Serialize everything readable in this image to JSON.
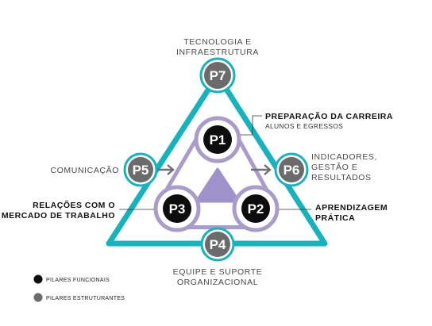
{
  "colors": {
    "outer_triangle": "#17b3bd",
    "inner_ring": "#a99ccb",
    "inner_triangle": "#9f92cb",
    "functional": "#0d0d0d",
    "structural": "#6b6b6b",
    "arrow": "#707070"
  },
  "pillars": {
    "p1": "P1",
    "p2": "P2",
    "p3": "P3",
    "p4": "P4",
    "p5": "P5",
    "p6": "P6",
    "p7": "P7"
  },
  "labels": {
    "p7": [
      "TECNOLOGIA E",
      "INFRAESTRUTURA"
    ],
    "p1_title": "PREPARAÇÃO DA CARREIRA",
    "p1_sub": "ALUNOS E EGRESSOS",
    "p6": [
      "INDICADORES,",
      "GESTÃO E",
      "RESULTADOS"
    ],
    "p5": "COMUNICAÇÃO",
    "p3": [
      "RELAÇÕES COM O",
      "MERCADO DE TRABALHO"
    ],
    "p2": [
      "APRENDIZAGEM",
      "PRÁTICA"
    ],
    "p4": [
      "EQUIPE E SUPORTE",
      "ORGANIZACIONAL"
    ]
  },
  "legend": {
    "functional": "PILARES FUNCIONAIS",
    "structural": "PILARES ESTRUTURANTES"
  }
}
